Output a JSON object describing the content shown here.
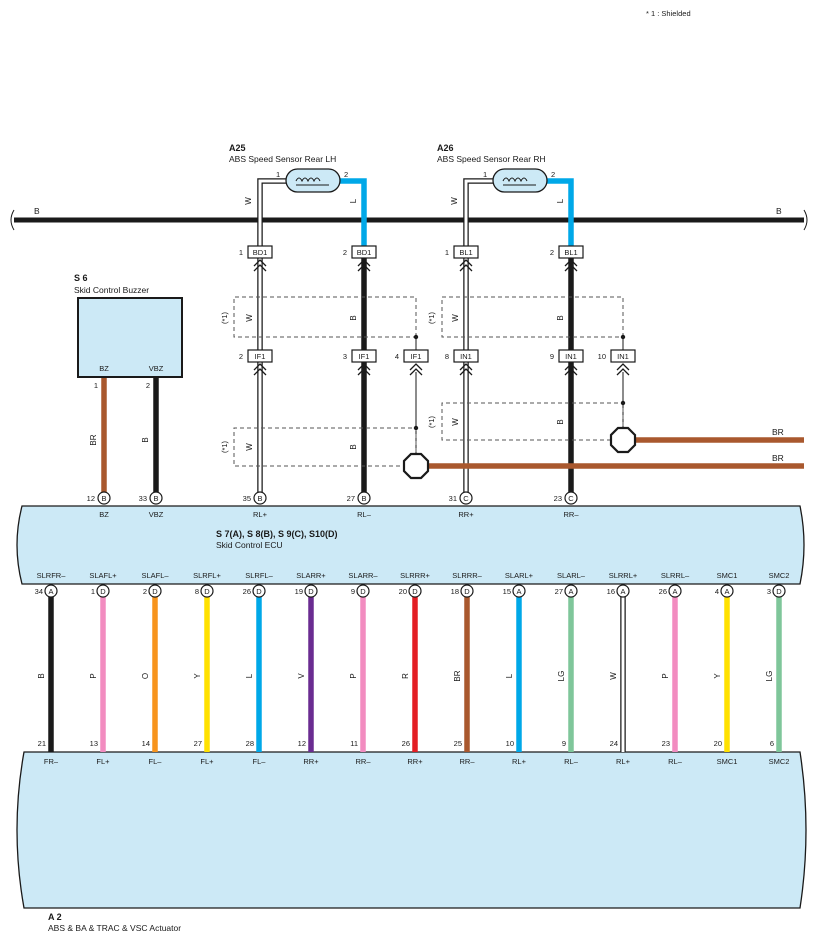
{
  "note": "* 1 : Shielded",
  "ground_bar": {
    "left_label": "B",
    "right_label": "B"
  },
  "sensor_lh": {
    "code": "A25",
    "name": "ABS Speed Sensor Rear LH",
    "pin1": "1",
    "pin2": "2",
    "wire1": "W",
    "wire2": "L"
  },
  "sensor_rh": {
    "code": "A26",
    "name": "ABS Speed Sensor Rear RH",
    "pin1": "1",
    "pin2": "2",
    "wire1": "W",
    "wire2": "L"
  },
  "upper_connectors": [
    {
      "num": "1",
      "label": "BD1"
    },
    {
      "num": "2",
      "label": "BD1"
    },
    {
      "num": "1",
      "label": "BL1"
    },
    {
      "num": "2",
      "label": "BL1"
    }
  ],
  "mid_connectors": [
    {
      "num": "2",
      "label": "IF1"
    },
    {
      "num": "3",
      "label": "IF1"
    },
    {
      "num": "4",
      "label": "IF1"
    },
    {
      "num": "8",
      "label": "IN1"
    },
    {
      "num": "9",
      "label": "IN1"
    },
    {
      "num": "10",
      "label": "IN1"
    }
  ],
  "shield_labels": {
    "mark": "(*1)",
    "w": "W",
    "b": "B"
  },
  "br_labels": {
    "upper": "BR",
    "lower": "BR"
  },
  "buzzer": {
    "code": "S 6",
    "name": "Skid Control Buzzer",
    "pin_bz": "BZ",
    "pin_vbz": "VBZ",
    "n1": "1",
    "n2": "2",
    "wire_bz": "BR",
    "wire_vbz": "B"
  },
  "ecu": {
    "code": "S 7(A), S 8(B), S 9(C), S10(D)",
    "name": "Skid Control ECU",
    "top_pins": [
      {
        "num": "12",
        "conn": "B",
        "label": "BZ"
      },
      {
        "num": "33",
        "conn": "B",
        "label": "VBZ"
      },
      {
        "num": "35",
        "conn": "B",
        "label": "RL+"
      },
      {
        "num": "27",
        "conn": "B",
        "label": "RL–"
      },
      {
        "num": "31",
        "conn": "C",
        "label": "RR+"
      },
      {
        "num": "23",
        "conn": "C",
        "label": "RR–"
      }
    ],
    "bottom_pins": [
      {
        "name": "SLRFR–",
        "num": "34",
        "conn": "A",
        "wire": "B",
        "color": "#1a1a1a",
        "act_num": "21",
        "act_label": "FR–"
      },
      {
        "name": "SLAFL+",
        "num": "1",
        "conn": "D",
        "wire": "P",
        "color": "#f28cc0",
        "act_num": "13",
        "act_label": "FL+"
      },
      {
        "name": "SLAFL–",
        "num": "2",
        "conn": "D",
        "wire": "O",
        "color": "#f7941d",
        "act_num": "14",
        "act_label": "FL–"
      },
      {
        "name": "SLRFL+",
        "num": "8",
        "conn": "D",
        "wire": "Y",
        "color": "#ffe100",
        "act_num": "27",
        "act_label": "FL+"
      },
      {
        "name": "SLRFL–",
        "num": "26",
        "conn": "D",
        "wire": "L",
        "color": "#00a8e8",
        "act_num": "28",
        "act_label": "FL–"
      },
      {
        "name": "SLARR+",
        "num": "19",
        "conn": "D",
        "wire": "V",
        "color": "#6a2c91",
        "act_num": "12",
        "act_label": "RR+"
      },
      {
        "name": "SLARR–",
        "num": "9",
        "conn": "D",
        "wire": "P",
        "color": "#f28cc0",
        "act_num": "11",
        "act_label": "RR–"
      },
      {
        "name": "SLRRR+",
        "num": "20",
        "conn": "D",
        "wire": "R",
        "color": "#e31e24",
        "act_num": "26",
        "act_label": "RR+"
      },
      {
        "name": "SLRRR–",
        "num": "18",
        "conn": "D",
        "wire": "BR",
        "color": "#a9582e",
        "act_num": "25",
        "act_label": "RR–"
      },
      {
        "name": "SLARL+",
        "num": "15",
        "conn": "A",
        "wire": "L",
        "color": "#00a8e8",
        "act_num": "10",
        "act_label": "RL+"
      },
      {
        "name": "SLARL–",
        "num": "27",
        "conn": "A",
        "wire": "LG",
        "color": "#7fc69a",
        "act_num": "9",
        "act_label": "RL–"
      },
      {
        "name": "SLRRL+",
        "num": "16",
        "conn": "A",
        "wire": "W",
        "color": "#ffffff",
        "act_num": "24",
        "act_label": "RL+"
      },
      {
        "name": "SLRRL–",
        "num": "26",
        "conn": "A",
        "wire": "P",
        "color": "#f28cc0",
        "act_num": "23",
        "act_label": "RL–"
      },
      {
        "name": "SMC1",
        "num": "4",
        "conn": "A",
        "wire": "Y",
        "color": "#ffe100",
        "act_num": "20",
        "act_label": "SMC1"
      },
      {
        "name": "SMC2",
        "num": "3",
        "conn": "D",
        "wire": "LG",
        "color": "#7fc69a",
        "act_num": "6",
        "act_label": "SMC2"
      }
    ]
  },
  "actuator": {
    "code": "A 2",
    "name": "ABS & BA & TRAC & VSC Actuator"
  },
  "colors": {
    "panel": "#cce9f6",
    "black": "#1a1a1a",
    "blue": "#00a8e8",
    "brown": "#a9582e"
  }
}
